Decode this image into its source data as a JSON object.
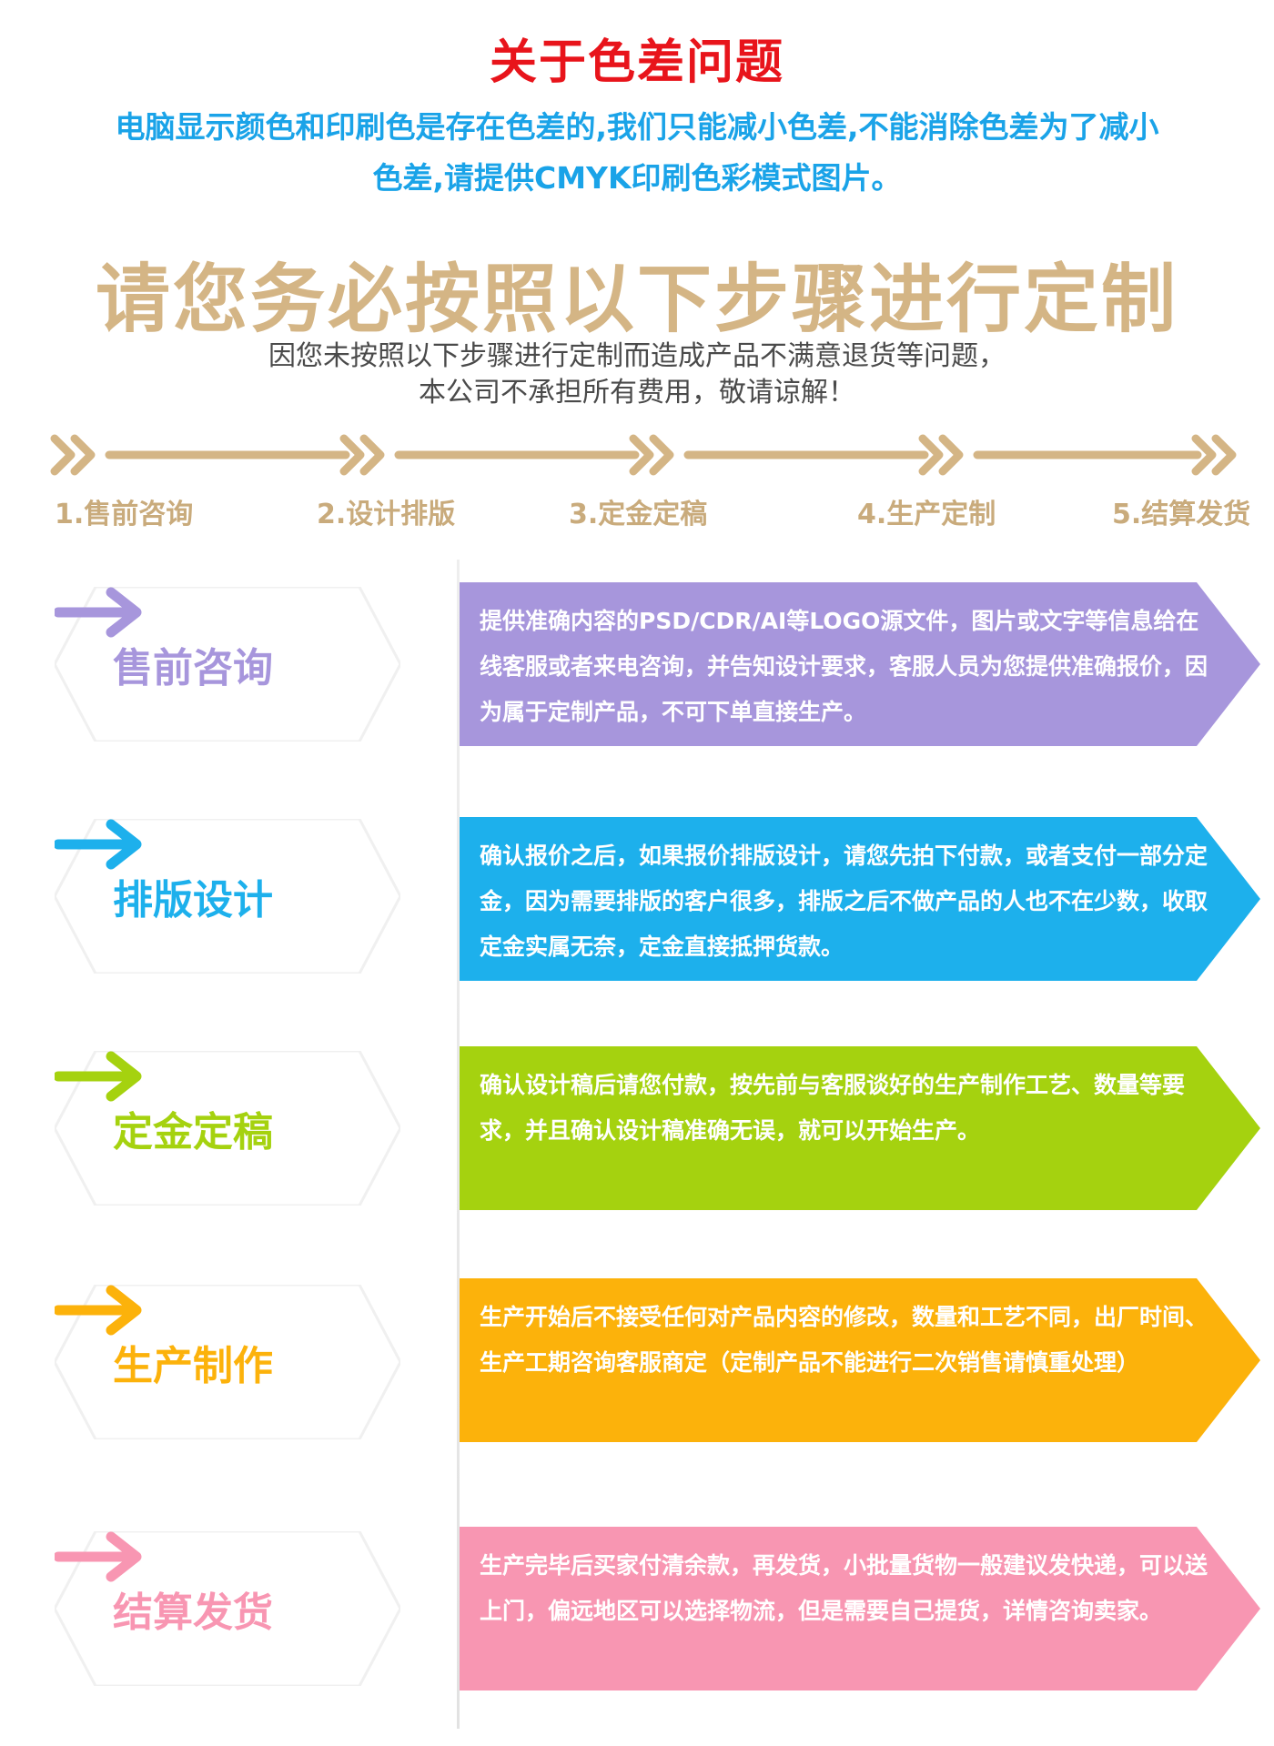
{
  "header": {
    "title": "关于色差问题",
    "notice_line1": "电脑显示颜色和印刷色是存在色差的,我们只能减小色差,不能消除色差为了减小",
    "notice_line2": "色差,请提供CMYK印刷色彩模式图片。",
    "main_title": "请您务必按照以下步骤进行定制",
    "sub_line1": "因您未按照以下步骤进行定制而造成产品不满意退货等问题，",
    "sub_line2": "本公司不承担所有费用，敬请谅解！"
  },
  "timeline": {
    "color": "#d4b585",
    "steps": [
      "1.售前咨询",
      "2.设计排版",
      "3.定金定稿",
      "4.生产定制",
      "5.结算发货"
    ]
  },
  "process": [
    {
      "label": "售前咨询",
      "color": "#a796dc",
      "text": "提供准确内容的PSD/CDR/AI等LOGO源文件，图片或文字等信息给在线客服或者来电咨询，并告知设计要求，客服人员为您提供准确报价，因为属于定制产品，不可下单直接生产。"
    },
    {
      "label": "排版设计",
      "color": "#1db0ec",
      "text": "确认报价之后，如果报价排版设计，请您先拍下付款，或者支付一部分定金，因为需要排版的客户很多，排版之后不做产品的人也不在少数，收取定金实属无奈，定金直接抵押货款。"
    },
    {
      "label": "定金定稿",
      "color": "#a5d20f",
      "text": "确认设计稿后请您付款，按先前与客服谈好的生产制作工艺、数量等要求，并且确认设计稿准确无误，就可以开始生产。"
    },
    {
      "label": "生产制作",
      "color": "#fcb20b",
      "text": "生产开始后不接受任何对产品内容的修改，数量和工艺不同，出厂时间、生产工期咨询客服商定（定制产品不能进行二次销售请慎重处理）"
    },
    {
      "label": "结算发货",
      "color": "#f896b2",
      "text": "生产完毕后买家付清余款，再发货，小批量货物一般建议发快递，可以送上门，偏远地区可以选择物流，但是需要自己提货，详情咨询卖家。"
    }
  ]
}
